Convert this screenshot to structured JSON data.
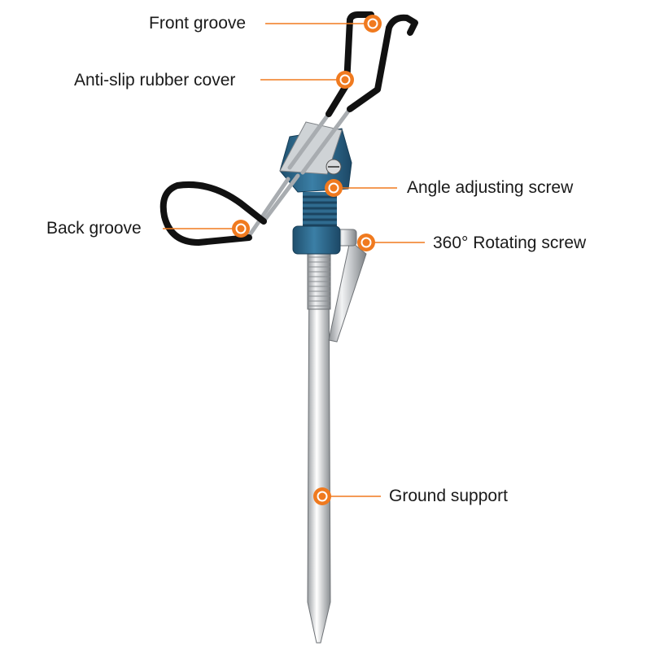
{
  "callouts": {
    "front_groove": "Front groove",
    "anti_slip_rubber_cover": "Anti-slip rubber cover",
    "angle_adjusting_screw": "Angle adjusting screw",
    "back_groove": "Back groove",
    "rotating_screw": "360° Rotating screw",
    "ground_support": "Ground support"
  },
  "colors": {
    "accent": "#f07a1f",
    "rubber": "#0f0f0f",
    "body": "#2f6b8f",
    "steel": "#c9ccd0"
  }
}
